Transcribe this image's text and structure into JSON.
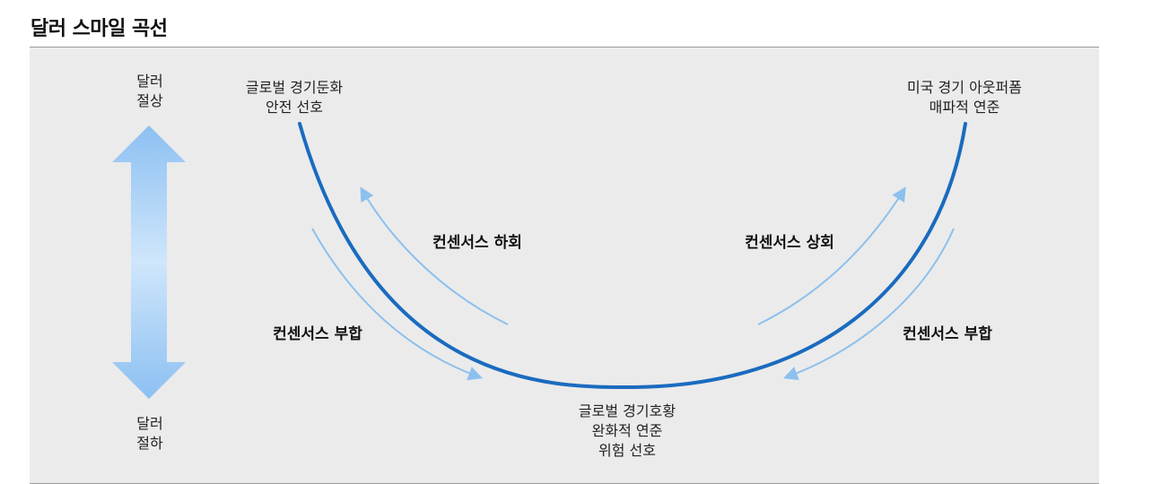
{
  "title": "달러 스마일 곡선",
  "axis": {
    "top": [
      "달러",
      "절상"
    ],
    "bottom": [
      "달러",
      "절하"
    ]
  },
  "curve_labels": {
    "left_top": [
      "글로벌 경기둔화",
      "안전 선호"
    ],
    "right_top": [
      "미국 경기 아웃퍼폼",
      "매파적 연준"
    ],
    "bottom": [
      "글로벌 경기호황",
      "완화적 연준",
      "위험 선호"
    ]
  },
  "movements": {
    "left_upper": "컨센서스 하회",
    "left_lower": "컨센서스 부합",
    "right_upper": "컨센서스 상회",
    "right_lower": "컨센서스 부합"
  },
  "colors": {
    "curve": "#1a6bbf",
    "arrows": "#8cc0ee",
    "axis_arrow_dark": "#8cc0f2",
    "axis_arrow_light": "#cfe6fb",
    "background": "#ebebeb"
  }
}
